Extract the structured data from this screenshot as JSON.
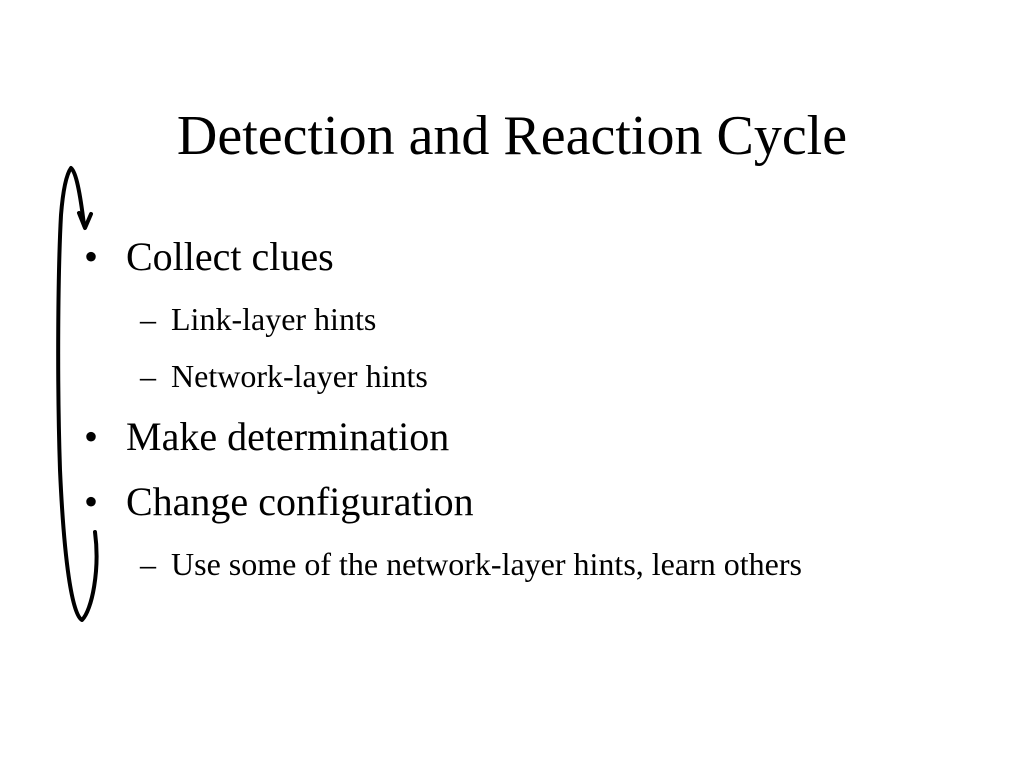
{
  "slide": {
    "title": "Detection and Reaction Cycle",
    "bullets": [
      {
        "marker": "•",
        "text": "Collect clues",
        "subitems": [
          {
            "marker": "–",
            "text": "Link-layer hints"
          },
          {
            "marker": "–",
            "text": "Network-layer hints"
          }
        ]
      },
      {
        "marker": "•",
        "text": "Make determination",
        "subitems": []
      },
      {
        "marker": "•",
        "text": "Change configuration",
        "subitems": [
          {
            "marker": "–",
            "text": "Use some of the network-layer hints, learn others"
          }
        ]
      }
    ]
  },
  "colors": {
    "background": "#ffffff",
    "text": "#000000",
    "cycle_arrow": "#000000"
  }
}
